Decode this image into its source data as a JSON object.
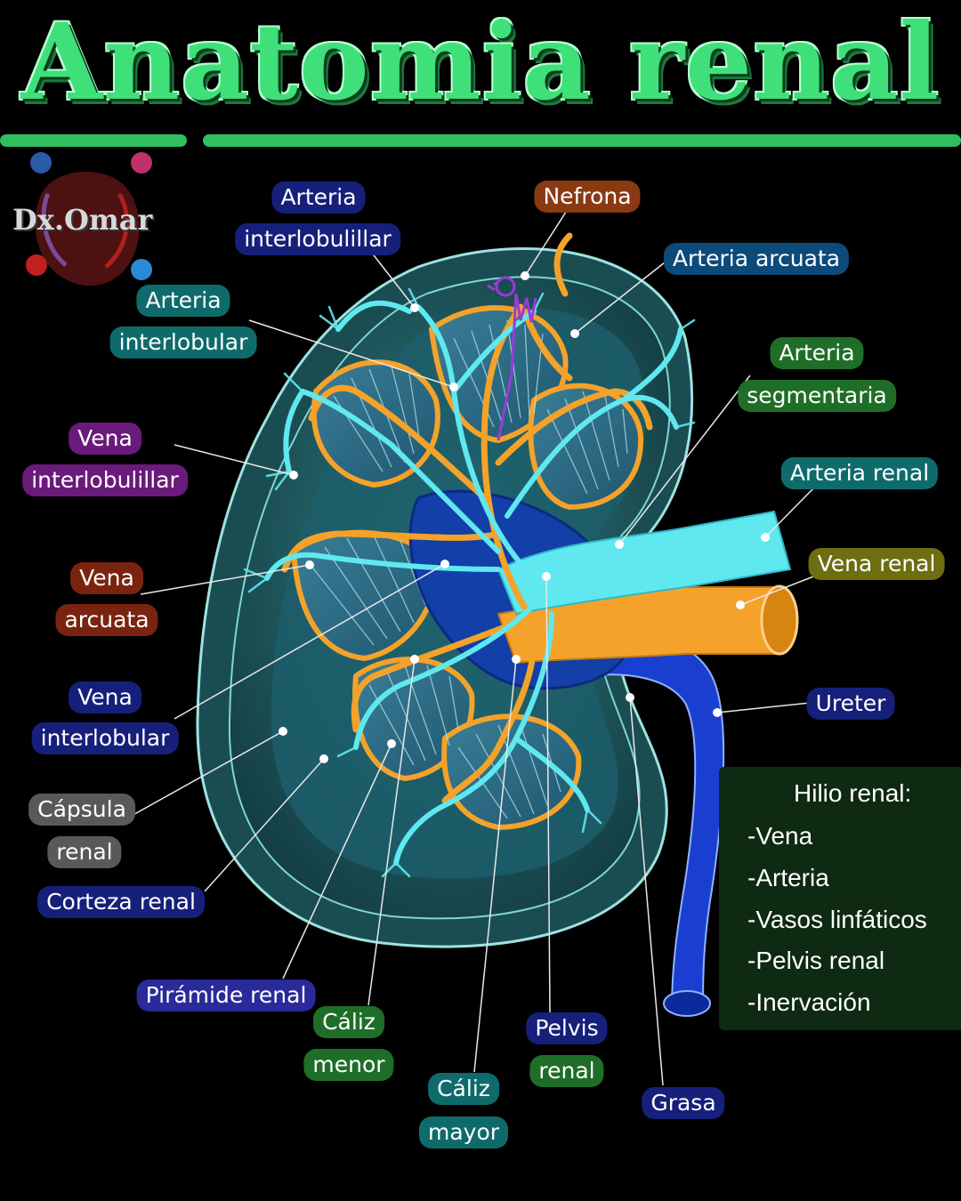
{
  "title": "Anatomia renal",
  "logo": {
    "text": "Dx.Omar",
    "icons": [
      "facebook-icon",
      "instagram-icon",
      "youtube-icon",
      "twitter-icon"
    ]
  },
  "labels": {
    "arteria_interlobulillar": [
      "Arteria",
      "interlobulillar"
    ],
    "nefrona": "Nefrona",
    "arteria_arcuata": "Arteria arcuata",
    "arteria_interlobular": [
      "Arteria",
      "interlobular"
    ],
    "arteria_segmentaria": [
      "Arteria",
      "segmentaria"
    ],
    "vena_interlobulillar": [
      "Vena",
      "interlobulillar"
    ],
    "arteria_renal": "Arteria renal",
    "vena_arcuata": [
      "Vena",
      "arcuata"
    ],
    "vena_renal": "Vena renal",
    "vena_interlobular": [
      "Vena",
      "interlobular"
    ],
    "ureter": "Ureter",
    "capsula_renal": [
      "Cápsula",
      "renal"
    ],
    "corteza_renal": "Corteza renal",
    "piramide_renal": "Pirámide renal",
    "caliz_menor": [
      "Cáliz",
      "menor"
    ],
    "caliz_mayor": [
      "Cáliz",
      "mayor"
    ],
    "pelvis_renal": [
      "Pelvis",
      "renal"
    ],
    "grasa": "Grasa"
  },
  "hilio": {
    "title": "Hilio renal:",
    "items": [
      "-Vena",
      "-Arteria",
      "-Vasos linfáticos",
      "-Pelvis renal",
      "-Inervación"
    ]
  },
  "colors": {
    "title_green": "#3fe07a",
    "cortex": "#1f5e63",
    "medulla": "#2a6b85",
    "artery_cyan": "#5fe8f0",
    "vein_orange": "#f4a22a",
    "ureter_blue": "#1a3fd0",
    "nephron_purple": "#9a3ad8"
  }
}
